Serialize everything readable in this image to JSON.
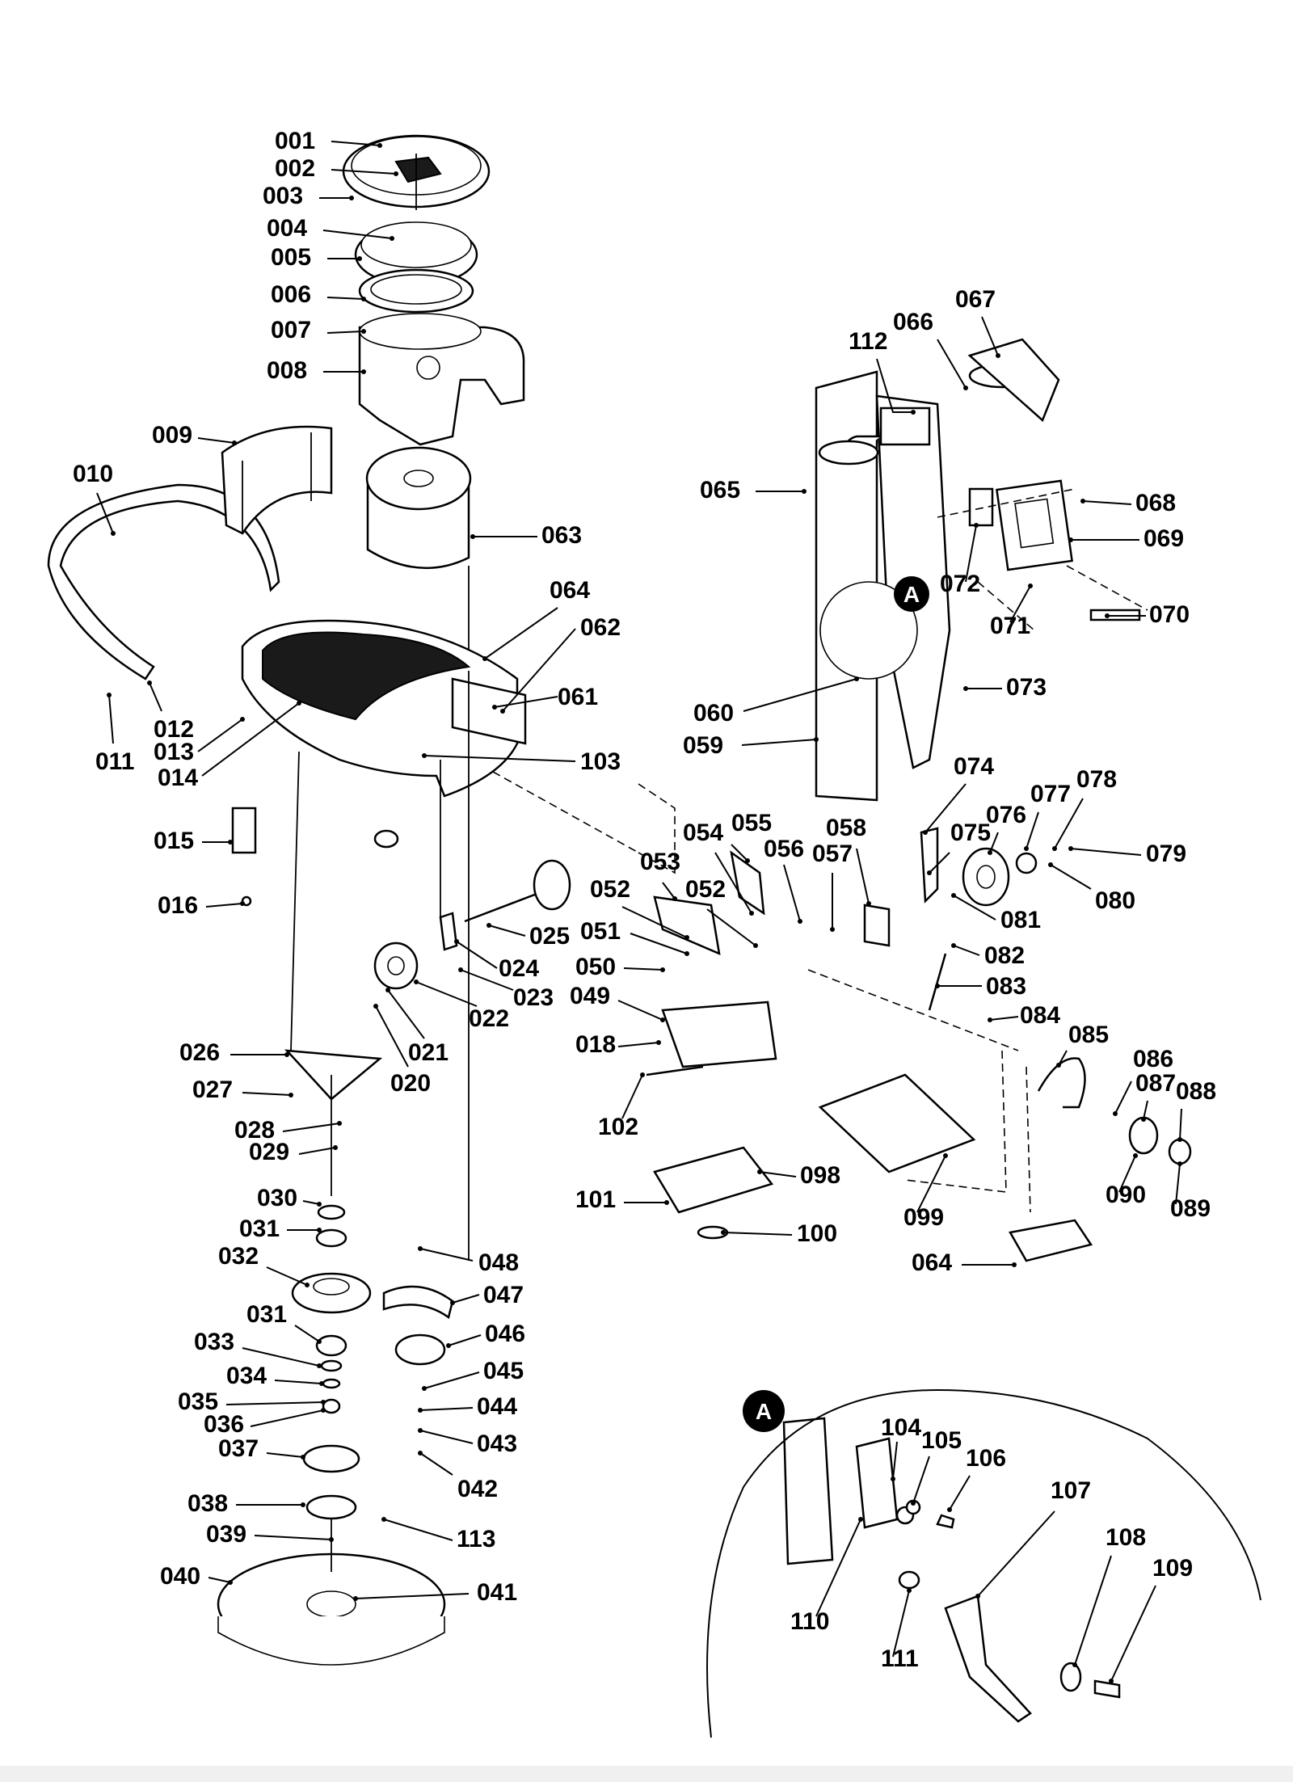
{
  "diagram": {
    "detail_marker": "A",
    "callouts": [
      {
        "id": "001",
        "text": "001"
      },
      {
        "id": "002",
        "text": "002"
      },
      {
        "id": "003",
        "text": "003"
      },
      {
        "id": "004",
        "text": "004"
      },
      {
        "id": "005",
        "text": "005"
      },
      {
        "id": "006",
        "text": "006"
      },
      {
        "id": "007",
        "text": "007"
      },
      {
        "id": "008",
        "text": "008"
      },
      {
        "id": "009",
        "text": "009"
      },
      {
        "id": "010",
        "text": "010"
      },
      {
        "id": "011",
        "text": "011"
      },
      {
        "id": "012",
        "text": "012"
      },
      {
        "id": "013",
        "text": "013"
      },
      {
        "id": "014",
        "text": "014"
      },
      {
        "id": "015",
        "text": "015"
      },
      {
        "id": "016",
        "text": "016"
      },
      {
        "id": "018",
        "text": "018"
      },
      {
        "id": "020",
        "text": "020"
      },
      {
        "id": "021",
        "text": "021"
      },
      {
        "id": "022",
        "text": "022"
      },
      {
        "id": "023",
        "text": "023"
      },
      {
        "id": "024",
        "text": "024"
      },
      {
        "id": "025",
        "text": "025"
      },
      {
        "id": "026",
        "text": "026"
      },
      {
        "id": "027",
        "text": "027"
      },
      {
        "id": "028",
        "text": "028"
      },
      {
        "id": "029",
        "text": "029"
      },
      {
        "id": "030",
        "text": "030"
      },
      {
        "id": "031a",
        "text": "031"
      },
      {
        "id": "031b",
        "text": "031"
      },
      {
        "id": "032",
        "text": "032"
      },
      {
        "id": "033",
        "text": "033"
      },
      {
        "id": "034",
        "text": "034"
      },
      {
        "id": "035",
        "text": "035"
      },
      {
        "id": "036",
        "text": "036"
      },
      {
        "id": "037",
        "text": "037"
      },
      {
        "id": "038",
        "text": "038"
      },
      {
        "id": "039",
        "text": "039"
      },
      {
        "id": "040",
        "text": "040"
      },
      {
        "id": "041",
        "text": "041"
      },
      {
        "id": "042",
        "text": "042"
      },
      {
        "id": "043",
        "text": "043"
      },
      {
        "id": "044",
        "text": "044"
      },
      {
        "id": "045",
        "text": "045"
      },
      {
        "id": "046",
        "text": "046"
      },
      {
        "id": "047",
        "text": "047"
      },
      {
        "id": "048",
        "text": "048"
      },
      {
        "id": "049",
        "text": "049"
      },
      {
        "id": "050",
        "text": "050"
      },
      {
        "id": "051",
        "text": "051"
      },
      {
        "id": "052a",
        "text": "052"
      },
      {
        "id": "052b",
        "text": "052"
      },
      {
        "id": "053",
        "text": "053"
      },
      {
        "id": "054",
        "text": "054"
      },
      {
        "id": "055",
        "text": "055"
      },
      {
        "id": "056",
        "text": "056"
      },
      {
        "id": "057",
        "text": "057"
      },
      {
        "id": "058",
        "text": "058"
      },
      {
        "id": "059",
        "text": "059"
      },
      {
        "id": "059b",
        "text": "059"
      },
      {
        "id": "060",
        "text": "060"
      },
      {
        "id": "061",
        "text": "061"
      },
      {
        "id": "062",
        "text": "062"
      },
      {
        "id": "063",
        "text": "063"
      },
      {
        "id": "064",
        "text": "064"
      },
      {
        "id": "064b",
        "text": "064"
      },
      {
        "id": "065",
        "text": "065"
      },
      {
        "id": "066",
        "text": "066"
      },
      {
        "id": "067",
        "text": "067"
      },
      {
        "id": "068",
        "text": "068"
      },
      {
        "id": "069",
        "text": "069"
      },
      {
        "id": "070",
        "text": "070"
      },
      {
        "id": "071",
        "text": "071"
      },
      {
        "id": "072",
        "text": "072"
      },
      {
        "id": "073",
        "text": "073"
      },
      {
        "id": "074",
        "text": "074"
      },
      {
        "id": "075",
        "text": "075"
      },
      {
        "id": "076",
        "text": "076"
      },
      {
        "id": "077",
        "text": "077"
      },
      {
        "id": "078",
        "text": "078"
      },
      {
        "id": "079",
        "text": "079"
      },
      {
        "id": "080",
        "text": "080"
      },
      {
        "id": "081",
        "text": "081"
      },
      {
        "id": "082",
        "text": "082"
      },
      {
        "id": "083",
        "text": "083"
      },
      {
        "id": "084",
        "text": "084"
      },
      {
        "id": "085",
        "text": "085"
      },
      {
        "id": "086",
        "text": "086"
      },
      {
        "id": "087",
        "text": "087"
      },
      {
        "id": "088",
        "text": "088"
      },
      {
        "id": "089",
        "text": "089"
      },
      {
        "id": "090",
        "text": "090"
      },
      {
        "id": "098",
        "text": "098"
      },
      {
        "id": "099",
        "text": "099"
      },
      {
        "id": "100",
        "text": "100"
      },
      {
        "id": "101",
        "text": "101"
      },
      {
        "id": "102",
        "text": "102"
      },
      {
        "id": "103",
        "text": "103"
      },
      {
        "id": "104",
        "text": "104"
      },
      {
        "id": "105",
        "text": "105"
      },
      {
        "id": "106",
        "text": "106"
      },
      {
        "id": "107",
        "text": "107"
      },
      {
        "id": "108",
        "text": "108"
      },
      {
        "id": "109",
        "text": "109"
      },
      {
        "id": "110",
        "text": "110"
      },
      {
        "id": "111",
        "text": "111"
      },
      {
        "id": "112",
        "text": "112"
      },
      {
        "id": "113",
        "text": "113"
      }
    ]
  }
}
